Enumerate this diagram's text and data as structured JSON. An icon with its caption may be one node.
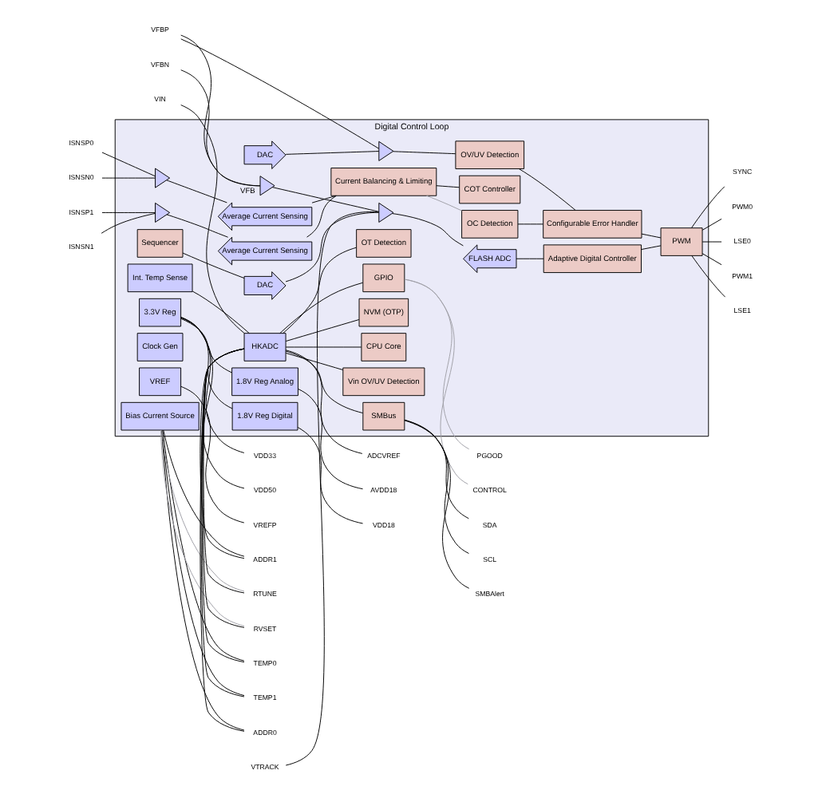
{
  "diagram": {
    "nodes": [
      {
        "text": [
          "Digital Control Loop"
        ]
      },
      {
        "text": [
          "ISNSP0"
        ]
      },
      {
        "text": [
          "ISNSN0"
        ]
      },
      {
        "text": [
          "ISNSP1"
        ]
      },
      {
        "text": [
          "ISNSN1"
        ]
      },
      {
        "text": [
          "VFBP"
        ]
      },
      {
        "text": [
          "VFBN"
        ]
      },
      {
        "text": [
          "VTRACK"
        ]
      },
      {
        "text": [],
        "shape": "triangle",
        "in": 0
      },
      {
        "text": [
          "Average Current Sensing"
        ],
        "in": 0
      },
      {
        "text": [],
        "shape": "triangle",
        "in": 0
      },
      {
        "text": [
          "Average Current Sensing"
        ],
        "in": 0
      },
      {
        "text": [],
        "shape": "triangle",
        "in": 0,
        "beside": [
          "VFB"
        ]
      },
      {
        "text": [],
        "shape": "triangle",
        "in": 0
      },
      {
        "text": [
          "FLASH ADC"
        ],
        "in": 0
      },
      {
        "text": [
          "DAC"
        ],
        "in": 0
      },
      {
        "text": [
          "Sequencer"
        ],
        "in": 0
      },
      {
        "text": [],
        "shape": "triangle",
        "in": 0
      },
      {
        "text": [
          "DAC"
        ],
        "in": 0
      },
      {
        "text": [
          "Current Balancing & Limiting"
        ],
        "in": 0
      },
      {
        "text": [
          "COT Controller"
        ],
        "in": 0
      },
      {
        "text": [
          "Adaptive Digital Controller"
        ],
        "in": 0
      },
      {
        "text": [
          "PWM"
        ],
        "in": 0
      },
      {
        "text": [
          "OC Detection"
        ],
        "in": 0
      },
      {
        "text": [
          "OV/UV Detection"
        ],
        "in": 0
      },
      {
        "text": [
          "OT Detection"
        ],
        "in": 0
      },
      {
        "text": [
          "Vin OV/UV Detection"
        ],
        "in": 0
      },
      {
        "text": [
          "Configurable Error Handler"
        ],
        "in": 0
      },
      {
        "text": [
          "Bias Current Source"
        ],
        "in": 0
      },
      {
        "text": [
          "Int. Temp Sense"
        ],
        "in": 0
      },
      {
        "text": [
          "HKADC"
        ],
        "in": 0
      },
      {
        "text": [
          "CPU Core"
        ],
        "in": 0
      },
      {
        "text": [
          "NVM (OTP)"
        ],
        "in": 0
      },
      {
        "text": [
          "GPIO"
        ],
        "in": 0
      },
      {
        "text": [
          "SMBus"
        ],
        "in": 0
      },
      {
        "text": [
          "Clock Gen"
        ],
        "in": 0
      },
      {
        "text": [
          "VREF"
        ],
        "in": 0
      },
      {
        "text": [
          "1.8V Reg Analog"
        ],
        "in": 0
      },
      {
        "text": [
          "1.8V Reg Digital"
        ],
        "in": 0
      },
      {
        "text": [
          "3.3V Reg"
        ],
        "in": 0
      },
      {
        "text": [
          "SYNC"
        ]
      },
      {
        "text": [
          "PWM0"
        ]
      },
      {
        "text": [
          "LSE0"
        ]
      },
      {
        "text": [
          "PWM1"
        ]
      },
      {
        "text": [
          "LSE1"
        ]
      },
      {
        "text": [
          "VREFP"
        ]
      },
      {
        "text": [
          "AVDD18"
        ]
      },
      {
        "text": [
          "VDD18"
        ]
      },
      {
        "text": [
          "VDD33"
        ]
      },
      {
        "text": [
          "TEMP0"
        ]
      },
      {
        "text": [
          "TEMP1"
        ]
      },
      {
        "text": [
          "ADDR0"
        ]
      },
      {
        "text": [
          "ADDR1"
        ]
      },
      {
        "text": [
          "RTUNE"
        ]
      },
      {
        "text": [
          "RVSET"
        ]
      },
      {
        "text": [
          "VIN"
        ]
      },
      {
        "text": [
          "ADCVREF"
        ]
      },
      {
        "text": [
          "PGOOD"
        ]
      },
      {
        "text": [
          "CONTROL"
        ]
      },
      {
        "text": [
          "SDA"
        ]
      },
      {
        "text": [
          "SCL"
        ]
      },
      {
        "text": [
          "SMBAlert"
        ]
      },
      {
        "text": [
          "VDD50"
        ]
      }
    ],
    "edges": [
      {
        "from": 1,
        "to": 8,
        "arrow": "none"
      },
      {
        "from": 2,
        "to": 8,
        "arrow": "none"
      },
      {
        "from": 3,
        "to": 10,
        "arrow": "none"
      },
      {
        "from": 4,
        "to": 10,
        "arrow": "none"
      },
      {
        "from": 8,
        "to": 9,
        "arrow": "none"
      },
      {
        "from": 10,
        "to": 11,
        "arrow": "none"
      },
      {
        "from": 9,
        "to": 19,
        "arrow": "none"
      },
      {
        "from": 11,
        "to": 19,
        "arrow": "none"
      },
      {
        "from": 5,
        "to": 12,
        "arrow": "none"
      },
      {
        "from": 6,
        "to": 12,
        "arrow": "none"
      },
      {
        "from": 12,
        "to": 13,
        "arrow": "none"
      },
      {
        "from": 7,
        "to": 13,
        "arrow": "none"
      },
      {
        "from": 15,
        "to": 13,
        "arrow": "none"
      },
      {
        "from": 13,
        "to": 14,
        "arrow": "none"
      },
      {
        "from": 16,
        "to": 15,
        "arrow": "none"
      },
      {
        "from": 5,
        "to": 17,
        "arrow": "none"
      },
      {
        "from": 18,
        "to": 17,
        "arrow": "none"
      },
      {
        "from": 17,
        "to": 24,
        "arrow": "none"
      },
      {
        "from": 14,
        "to": 21,
        "arrow": "none"
      },
      {
        "from": 19,
        "to": 20,
        "arrow": "none"
      },
      {
        "from": 19,
        "to": 23,
        "arrow": "none",
        "color": "#a0a0a8"
      },
      {
        "from": 21,
        "to": 22,
        "arrow": "none"
      },
      {
        "from": 22,
        "to": 40,
        "arrow": "none"
      },
      {
        "from": 22,
        "to": 41,
        "arrow": "none"
      },
      {
        "from": 22,
        "to": 42,
        "arrow": "none"
      },
      {
        "from": 22,
        "to": 43,
        "arrow": "none"
      },
      {
        "from": 22,
        "to": 44,
        "arrow": "none"
      },
      {
        "from": 23,
        "to": 27,
        "arrow": "none"
      },
      {
        "from": 24,
        "to": 27,
        "arrow": "none"
      },
      {
        "from": 27,
        "to": 22,
        "arrow": "none"
      },
      {
        "from": 30,
        "to": 25,
        "arrow": "none"
      },
      {
        "from": 30,
        "to": 26,
        "arrow": "none"
      },
      {
        "from": 28,
        "to": 49,
        "arrow": "none"
      },
      {
        "from": 28,
        "to": 50,
        "arrow": "none"
      },
      {
        "from": 28,
        "to": 51,
        "arrow": "none"
      },
      {
        "from": 28,
        "to": 52,
        "arrow": "none"
      },
      {
        "from": 28,
        "to": 53,
        "arrow": "none",
        "color": "#a0a0a8"
      },
      {
        "from": 28,
        "to": 54,
        "arrow": "none",
        "color": "#a0a0a8"
      },
      {
        "from": 49,
        "to": 30,
        "arrow": "none"
      },
      {
        "from": 50,
        "to": 30,
        "arrow": "none"
      },
      {
        "from": 51,
        "to": 30,
        "arrow": "none"
      },
      {
        "from": 52,
        "to": 30,
        "arrow": "none"
      },
      {
        "from": 53,
        "to": 30,
        "arrow": "none"
      },
      {
        "from": 54,
        "to": 30,
        "arrow": "none"
      },
      {
        "from": 55,
        "to": 30,
        "arrow": "none"
      },
      {
        "from": 29,
        "to": 30,
        "arrow": "none"
      },
      {
        "from": 30,
        "to": 33,
        "arrow": "none"
      },
      {
        "from": 30,
        "to": 31,
        "arrow": "none"
      },
      {
        "from": 30,
        "to": 34,
        "arrow": "none"
      },
      {
        "from": 30,
        "to": 32,
        "arrow": "none"
      },
      {
        "from": 30,
        "to": 56,
        "arrow": "none"
      },
      {
        "from": 33,
        "to": 57,
        "arrow": "none",
        "color": "#a0a0a8"
      },
      {
        "from": 33,
        "to": 58,
        "arrow": "none",
        "color": "#a0a0a8"
      },
      {
        "from": 34,
        "to": 59,
        "arrow": "none"
      },
      {
        "from": 34,
        "to": 60,
        "arrow": "none"
      },
      {
        "from": 34,
        "to": 61,
        "arrow": "none"
      },
      {
        "from": 36,
        "to": 45,
        "arrow": "none"
      },
      {
        "from": 37,
        "to": 46,
        "arrow": "none"
      },
      {
        "from": 38,
        "to": 47,
        "arrow": "none"
      },
      {
        "from": 39,
        "to": 48,
        "arrow": "none"
      },
      {
        "from": 39,
        "to": 62,
        "arrow": "none"
      },
      {
        "from": 39,
        "to": 37,
        "arrow": "none"
      },
      {
        "from": 39,
        "to": 38,
        "arrow": "none"
      }
    ]
  }
}
